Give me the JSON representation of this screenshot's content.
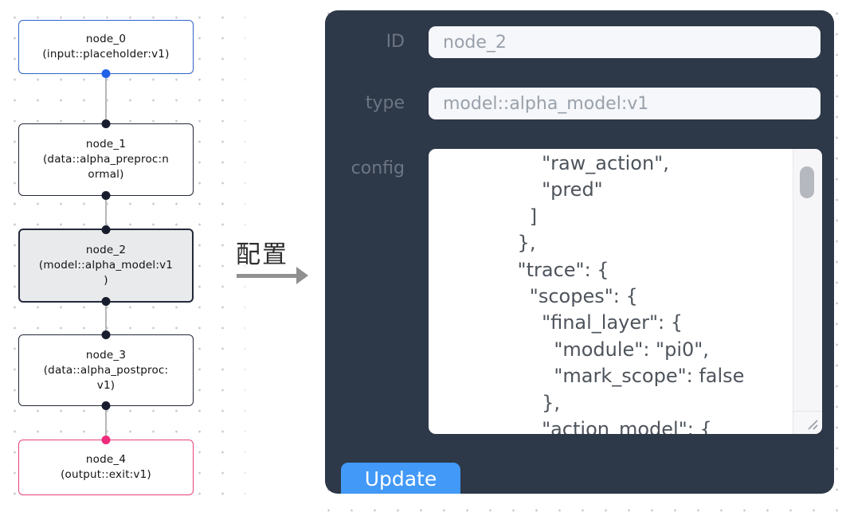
{
  "flow": {
    "nodes": [
      {
        "id": "node_0",
        "type": "input::placeholder:v1",
        "lines": [
          "node_0",
          "(input::placeholder:v1)"
        ],
        "border_color": "#2f63c9",
        "handle_color": "#2160e8",
        "selected": false
      },
      {
        "id": "node_1",
        "type": "data::alpha_preproc:normal",
        "lines": [
          "node_1",
          "(data::alpha_preproc:n",
          "ormal)"
        ],
        "border_color": "#23293a",
        "handle_color": "#181d2e",
        "selected": false
      },
      {
        "id": "node_2",
        "type": "model::alpha_model:v1",
        "lines": [
          "node_2",
          "(model::alpha_model:v1",
          ")"
        ],
        "border_color": "#23293a",
        "handle_color": "#181d2e",
        "selected": true,
        "selected_bg": "#e9eaec"
      },
      {
        "id": "node_3",
        "type": "data::alpha_postproc:v1",
        "lines": [
          "node_3",
          "(data::alpha_postproc:",
          "v1)"
        ],
        "border_color": "#23293a",
        "handle_color": "#181d2e",
        "selected": false
      },
      {
        "id": "node_4",
        "type": "output::exit:v1",
        "lines": [
          "node_4",
          "(output::exit:v1)"
        ],
        "border_color": "#e8417e",
        "handle_color": "#ef2b7c",
        "selected": false
      }
    ],
    "edges": [
      {
        "from": "node_0",
        "to": "node_1"
      },
      {
        "from": "node_1",
        "to": "node_2"
      },
      {
        "from": "node_2",
        "to": "node_3"
      },
      {
        "from": "node_3",
        "to": "node_4"
      }
    ],
    "colors": {
      "edge": "#b7b7b7",
      "node_bg": "#ffffff"
    }
  },
  "annotation": {
    "label": "配置",
    "arrow_color": "#909090"
  },
  "panel": {
    "colors": {
      "bg": "#2d3848",
      "input_bg": "#f6f7fa",
      "button_blue": "#4299f7",
      "label_gray": "#6d7683"
    },
    "fields": [
      {
        "label": "ID",
        "value": "node_2"
      },
      {
        "label": "type",
        "value": "model::alpha_model:v1"
      }
    ],
    "config_label": "config",
    "config_lines": [
      "                \"raw_action\",",
      "                \"pred\"",
      "              ]",
      "            },",
      "            \"trace\": {",
      "              \"scopes\": {",
      "                \"final_layer\": {",
      "                  \"module\": \"pi0\",",
      "                  \"mark_scope\": false",
      "                },",
      "                \"action_model\": {"
    ],
    "update_label": "Update"
  }
}
